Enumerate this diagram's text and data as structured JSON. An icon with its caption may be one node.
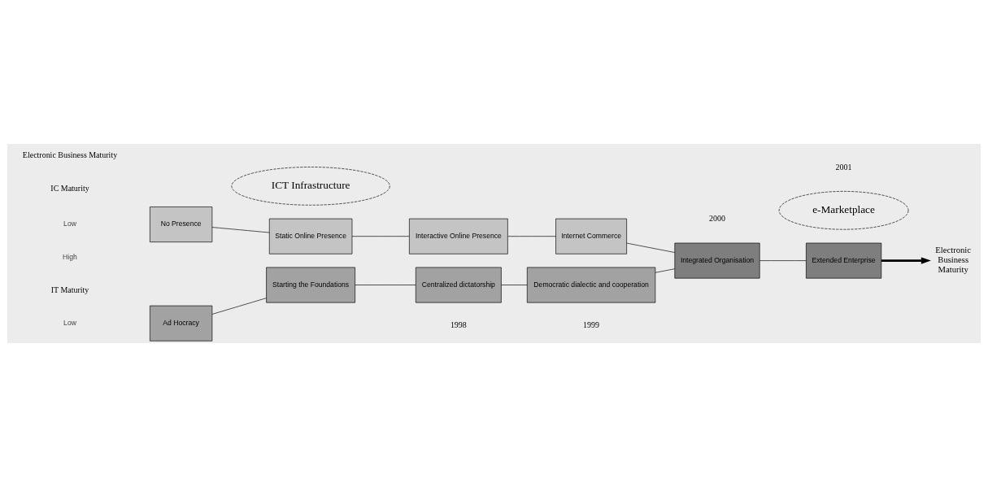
{
  "diagram": {
    "nodes": [
      {
        "text": [
          "No Presence"
        ]
      },
      {
        "text": [
          "Static Online Presence"
        ]
      },
      {
        "text": [
          "Interactive Online Presence"
        ]
      },
      {
        "text": [
          "Internet Commerce"
        ]
      },
      {
        "text": [
          "Ad Hocracy"
        ]
      },
      {
        "text": [
          "Starting the Foundations"
        ]
      },
      {
        "text": [
          "Centralized dictatorship"
        ]
      },
      {
        "text": [
          "Democratic dialectic and cooperation"
        ]
      },
      {
        "text": [
          "Integrated Organisation"
        ]
      },
      {
        "text": [
          "Extended Enterprise"
        ]
      },
      {
        "text": [
          "Electronic Business Maturity"
        ]
      },
      {
        "text": [
          "ICT Infrastructure"
        ]
      },
      {
        "text": [
          "e-Marketplace"
        ]
      }
    ],
    "edges": [
      {
        "from": 0,
        "to": 1,
        "arrow": "none"
      },
      {
        "from": 1,
        "to": 2,
        "arrow": "none"
      },
      {
        "from": 2,
        "to": 3,
        "arrow": "none"
      },
      {
        "from": 3,
        "to": 8,
        "arrow": "none"
      },
      {
        "from": 4,
        "to": 5,
        "arrow": "none"
      },
      {
        "from": 5,
        "to": 6,
        "arrow": "none"
      },
      {
        "from": 6,
        "to": 7,
        "arrow": "none"
      },
      {
        "from": 7,
        "to": 8,
        "arrow": "none"
      },
      {
        "from": 8,
        "to": 9,
        "arrow": "none"
      },
      {
        "from": 9,
        "to": 10,
        "arrow": "to",
        "style": "thick"
      }
    ],
    "labels": [
      "Electronic Business Maturity",
      "IC Maturity",
      "IT Maturity",
      "Low",
      "High",
      "Low",
      "1998",
      "1999",
      "2000",
      "2001"
    ]
  }
}
